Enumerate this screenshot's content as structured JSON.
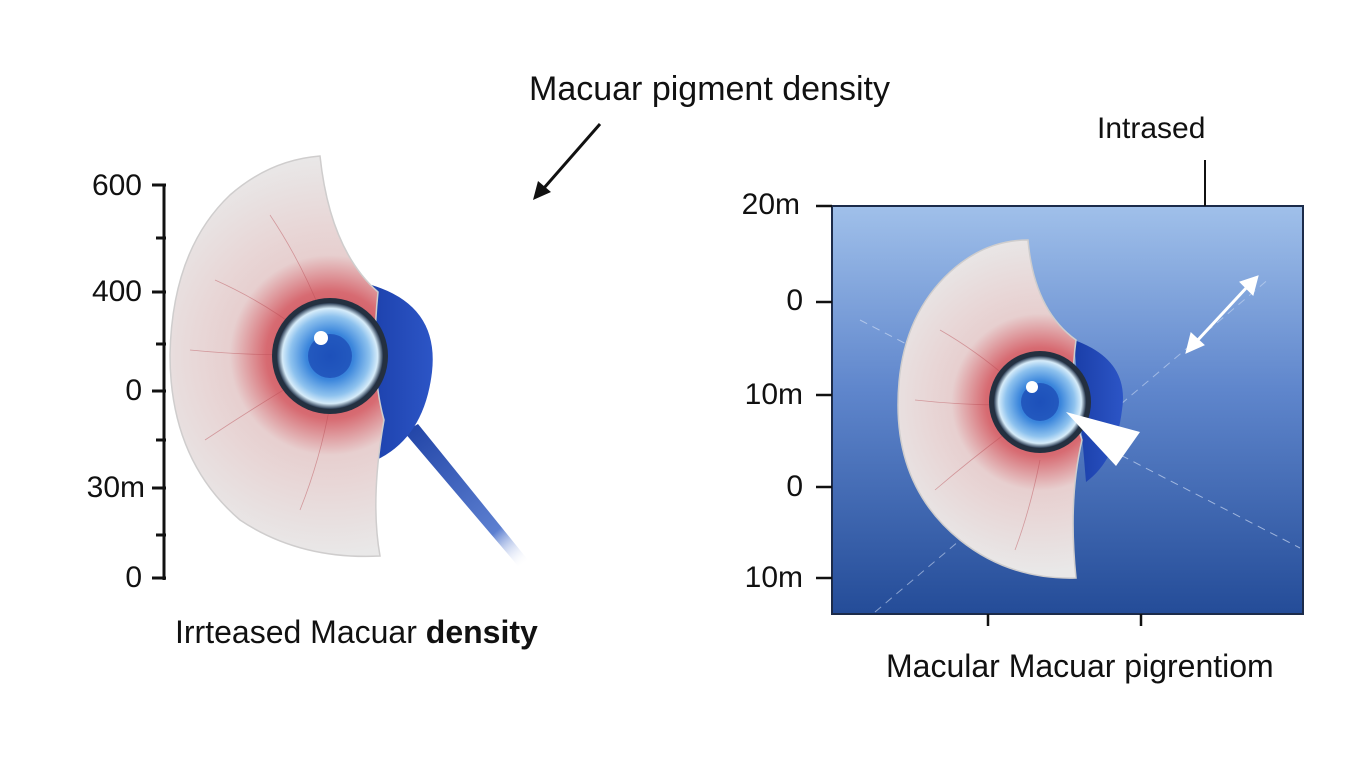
{
  "title": "Macuar pigment density",
  "left_panel": {
    "axis_ticks": [
      "600",
      "400",
      "0",
      "30m",
      "0"
    ],
    "caption_regular": "Irrteased Macuar ",
    "caption_bold": "density"
  },
  "right_panel": {
    "top_label": "Intrased",
    "axis_ticks": [
      "20m",
      "0",
      "10m",
      "0",
      "10m"
    ],
    "caption": "Macular Macuar pigrentiom"
  },
  "colors": {
    "panel_top": "#9dbde8",
    "panel_bottom": "#264f9a",
    "iris": "#3a7fd6",
    "lens": "#1f45b3",
    "sclera": "#e6e4e4",
    "redness": "#c9434d"
  }
}
